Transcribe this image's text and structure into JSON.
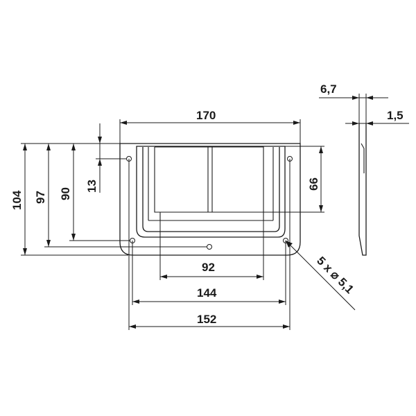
{
  "dimensions": {
    "overall_width": "170",
    "hole_spacing_outer": "152",
    "hole_spacing_inner": "144",
    "handle_opening_width": "92",
    "overall_height": "104",
    "hole_height_outer": "97",
    "hole_height_inner": "90",
    "top_hole_offset": "13",
    "handle_height": "66",
    "side_depth": "6,7",
    "material_thickness": "1,5",
    "holes_callout": "5 x ⌀ 5,1"
  }
}
